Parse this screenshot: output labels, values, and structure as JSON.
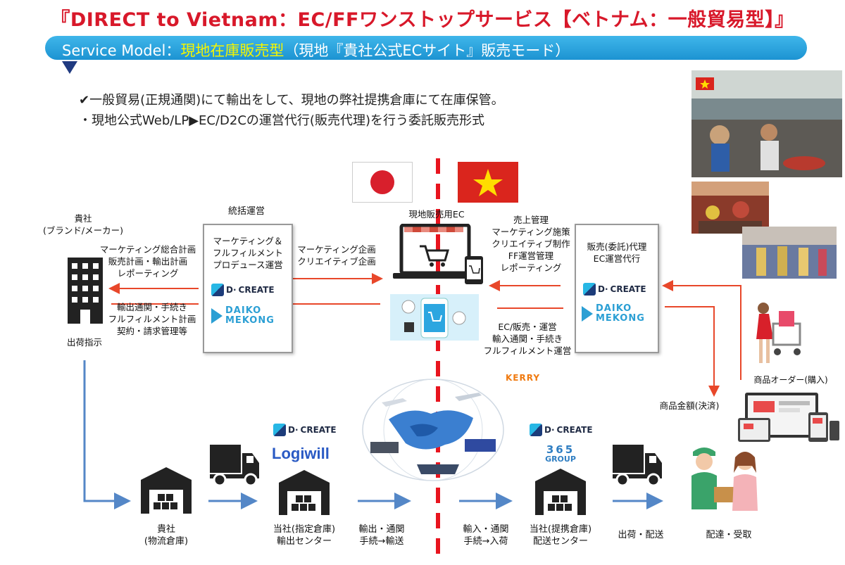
{
  "title": "『DIRECT to Vietnam：EC/FFワンストップサービス【ベトナム：一般貿易型】』",
  "service_band": {
    "prefix": "Service Model：",
    "highlight": "現地在庫販売型",
    "suffix": "（現地『貴社公式ECサイト』販売モード）"
  },
  "bullets": [
    "✔一般貿易(正規通関)にて輸出をして、現地の弊社提携倉庫にて在庫保管。",
    "・現地公式Web/LP▶EC/D2Cの運営代行(販売代理)を行う委託販売形式"
  ],
  "client": {
    "label1": "貴社",
    "label2": "(ブランド/メーカー)",
    "bottom": "出荷指示",
    "tasks1": [
      "マーケティング総合計画",
      "販売計画・輸出計画",
      "レポーティング"
    ],
    "tasks2": [
      "輸出通関・手続き",
      "フルフィルメント計画",
      "契約・請求管理等"
    ]
  },
  "central": {
    "header": "統括運営",
    "lines": [
      "マーケティング＆",
      "フルフィルメント",
      "プロデュース運営"
    ]
  },
  "marketing_plan": [
    "マーケティング企画",
    "クリエイティブ企画"
  ],
  "ec": {
    "label": "現地販売用EC"
  },
  "agent": {
    "lines": [
      "販売(委託)代理",
      "EC運営代行"
    ]
  },
  "agent_tasks_top": [
    "売上管理",
    "マーケティング施策",
    "クリエイティブ制作",
    "FF運営管理",
    "レポーティング"
  ],
  "agent_tasks_bottom": [
    "EC/販売・運営",
    "輸入通関・手続き",
    "フルフィルメント運営"
  ],
  "logos": {
    "dcreate": "CREATE",
    "d_prefix": "D·",
    "daiko1": "DAIKO",
    "daiko2": "MEKONG",
    "kerry": "KERRY",
    "logiwill": "Logiwill",
    "group365": "GROUP",
    "group365_num": "365"
  },
  "right": {
    "order": "商品オーダー(購入)",
    "payment": "商品金額(決済)",
    "delivery": "配達・受取"
  },
  "flow": {
    "client_wh": [
      "貴社",
      "(物流倉庫)"
    ],
    "export_center": [
      "当社(指定倉庫)",
      "輸出センター"
    ],
    "export_step": [
      "輸出・通関",
      "手続→輸送"
    ],
    "import_step": [
      "輸入・通関",
      "手続→入荷"
    ],
    "delivery_center": [
      "当社(提携倉庫)",
      "配送センター"
    ],
    "ship": "出荷・配送"
  },
  "colors": {
    "title_red": "#d8182a",
    "band_blue": "#1c93d2",
    "highlight_yellow": "#f5f500",
    "arrow_red": "#e8472a",
    "arrow_blue": "#5487c7",
    "divider_red": "#e8141e"
  },
  "icons": [
    "japan-flag-icon",
    "vietnam-flag-icon",
    "building-icon",
    "laptop-cart-icon",
    "phone-cart-icon",
    "warehouse-icon",
    "truck-icon",
    "globe-logistics-icon",
    "shopping-woman-icon",
    "devices-icon",
    "delivery-people-icon"
  ]
}
